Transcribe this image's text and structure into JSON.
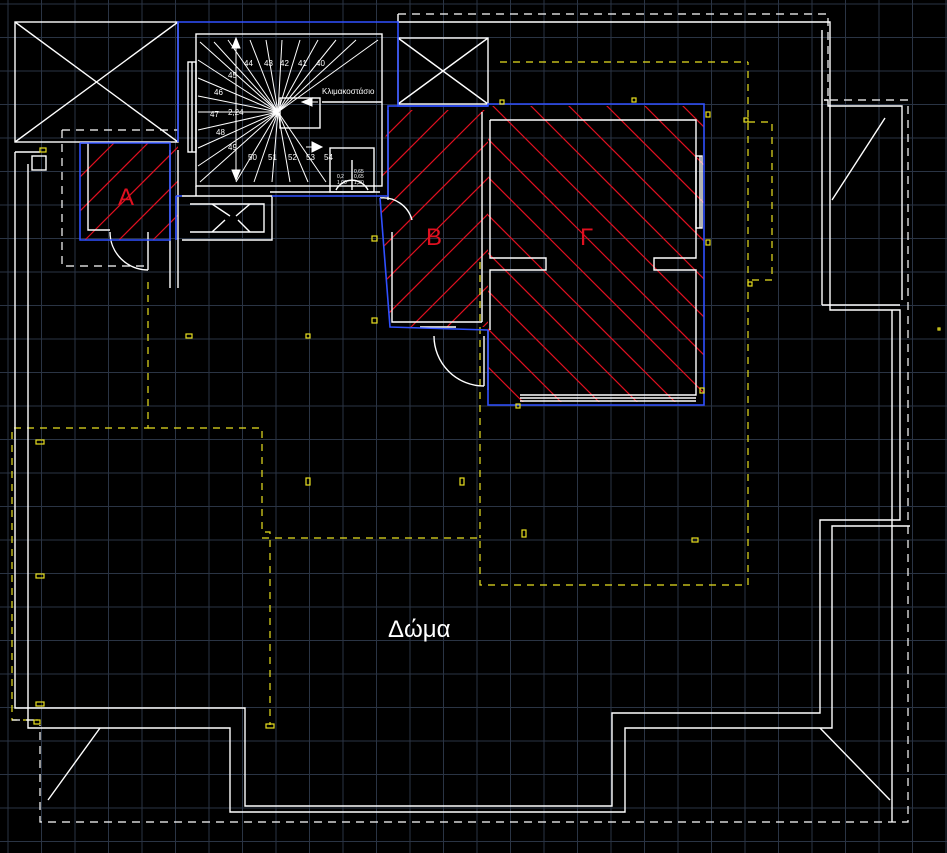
{
  "labels": {
    "area_a": "A",
    "area_b": "B",
    "area_g": "Γ",
    "stair_title": "Κλιμακοστάσιο",
    "roof": "Δώμα",
    "stair_size": "2,24"
  },
  "stair_numbers": {
    "top": [
      "44",
      "43",
      "42",
      "41",
      "40"
    ],
    "left": [
      "45",
      "46",
      "47",
      "48",
      "49"
    ],
    "bottom": [
      "50",
      "51",
      "52",
      "53",
      "54"
    ]
  },
  "window_dims": {
    "top": "0,65",
    "mid_left": "0,2",
    "mid_right": "0,65",
    "bottom_left": "1,00",
    "bottom_right": "1,20"
  },
  "colors": {
    "background": "#000000",
    "grid": "#2a3444",
    "walls": "#ffffff",
    "outline": "#3050ff",
    "hatch": "#e01020",
    "dashed": "#e8e020"
  }
}
